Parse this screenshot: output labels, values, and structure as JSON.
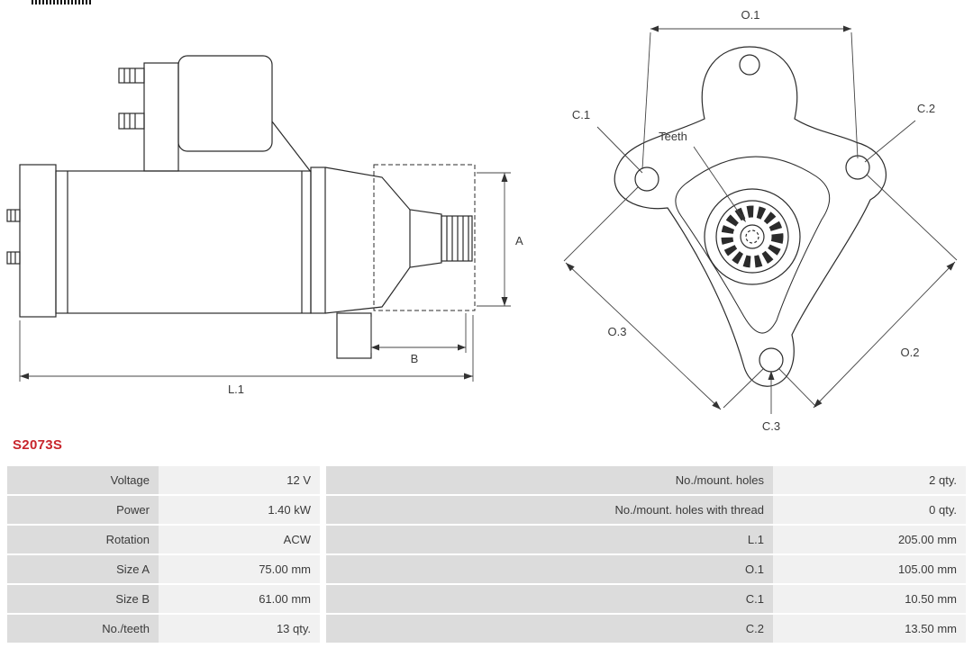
{
  "part_number": "S2073S",
  "colors": {
    "part_number_accent": "#c8252c",
    "drawing_line": "#2b2b2b",
    "table_label_bg": "#dcdcdc",
    "table_value_bg": "#f1f1f1"
  },
  "drawing": {
    "side": {
      "a": "A",
      "b": "B",
      "l1": "L.1"
    },
    "front": {
      "o1": "O.1",
      "o2": "O.2",
      "o3": "O.3",
      "c1": "C.1",
      "c2": "C.2",
      "c3": "C.3",
      "teeth": "Teeth"
    }
  },
  "table": {
    "rows": [
      {
        "l_label": "Voltage",
        "l_value": "12 V",
        "r_label": "No./mount. holes",
        "r_value": "2 qty."
      },
      {
        "l_label": "Power",
        "l_value": "1.40 kW",
        "r_label": "No./mount. holes with thread",
        "r_value": "0 qty."
      },
      {
        "l_label": "Rotation",
        "l_value": "ACW",
        "r_label": "L.1",
        "r_value": "205.00 mm"
      },
      {
        "l_label": "Size A",
        "l_value": "75.00 mm",
        "r_label": "O.1",
        "r_value": "105.00 mm"
      },
      {
        "l_label": "Size B",
        "l_value": "61.00 mm",
        "r_label": "C.1",
        "r_value": "10.50 mm"
      },
      {
        "l_label": "No./teeth",
        "l_value": "13 qty.",
        "r_label": "C.2",
        "r_value": "13.50 mm"
      }
    ]
  }
}
